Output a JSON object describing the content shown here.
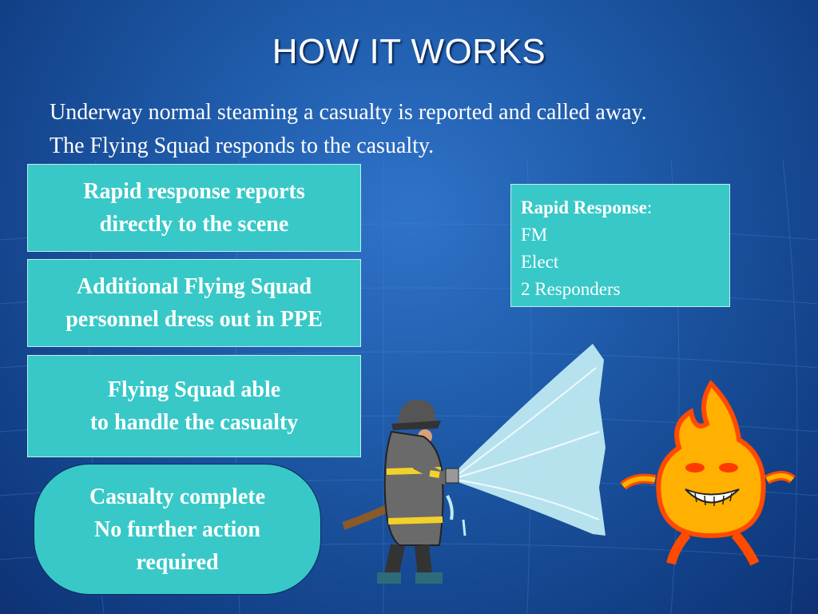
{
  "slide": {
    "title": "HOW IT WORKS",
    "intro": [
      "Underway normal steaming a casualty is reported and called away.",
      "The Flying Squad responds to the casualty."
    ],
    "steps": [
      {
        "lines": [
          "Rapid response reports",
          "directly to the scene"
        ]
      },
      {
        "lines": [
          "Additional Flying Squad",
          "personnel dress out in PPE"
        ]
      },
      {
        "lines": [
          "Flying Squad able",
          "to handle the casualty"
        ]
      }
    ],
    "final_step": {
      "lines": [
        "Casualty complete",
        "No further action",
        "required"
      ]
    },
    "info_box": {
      "heading": "Rapid Response",
      "heading_suffix": ":",
      "items": [
        "FM",
        "Elect",
        "2 Responders"
      ]
    }
  },
  "illustration": {
    "icons": [
      "firefighter-icon",
      "water-spray-icon",
      "flame-character-icon"
    ],
    "colors": {
      "box_fill": "#38c8c8",
      "background": "#1e5aa8",
      "flame": "#ffb000"
    }
  }
}
